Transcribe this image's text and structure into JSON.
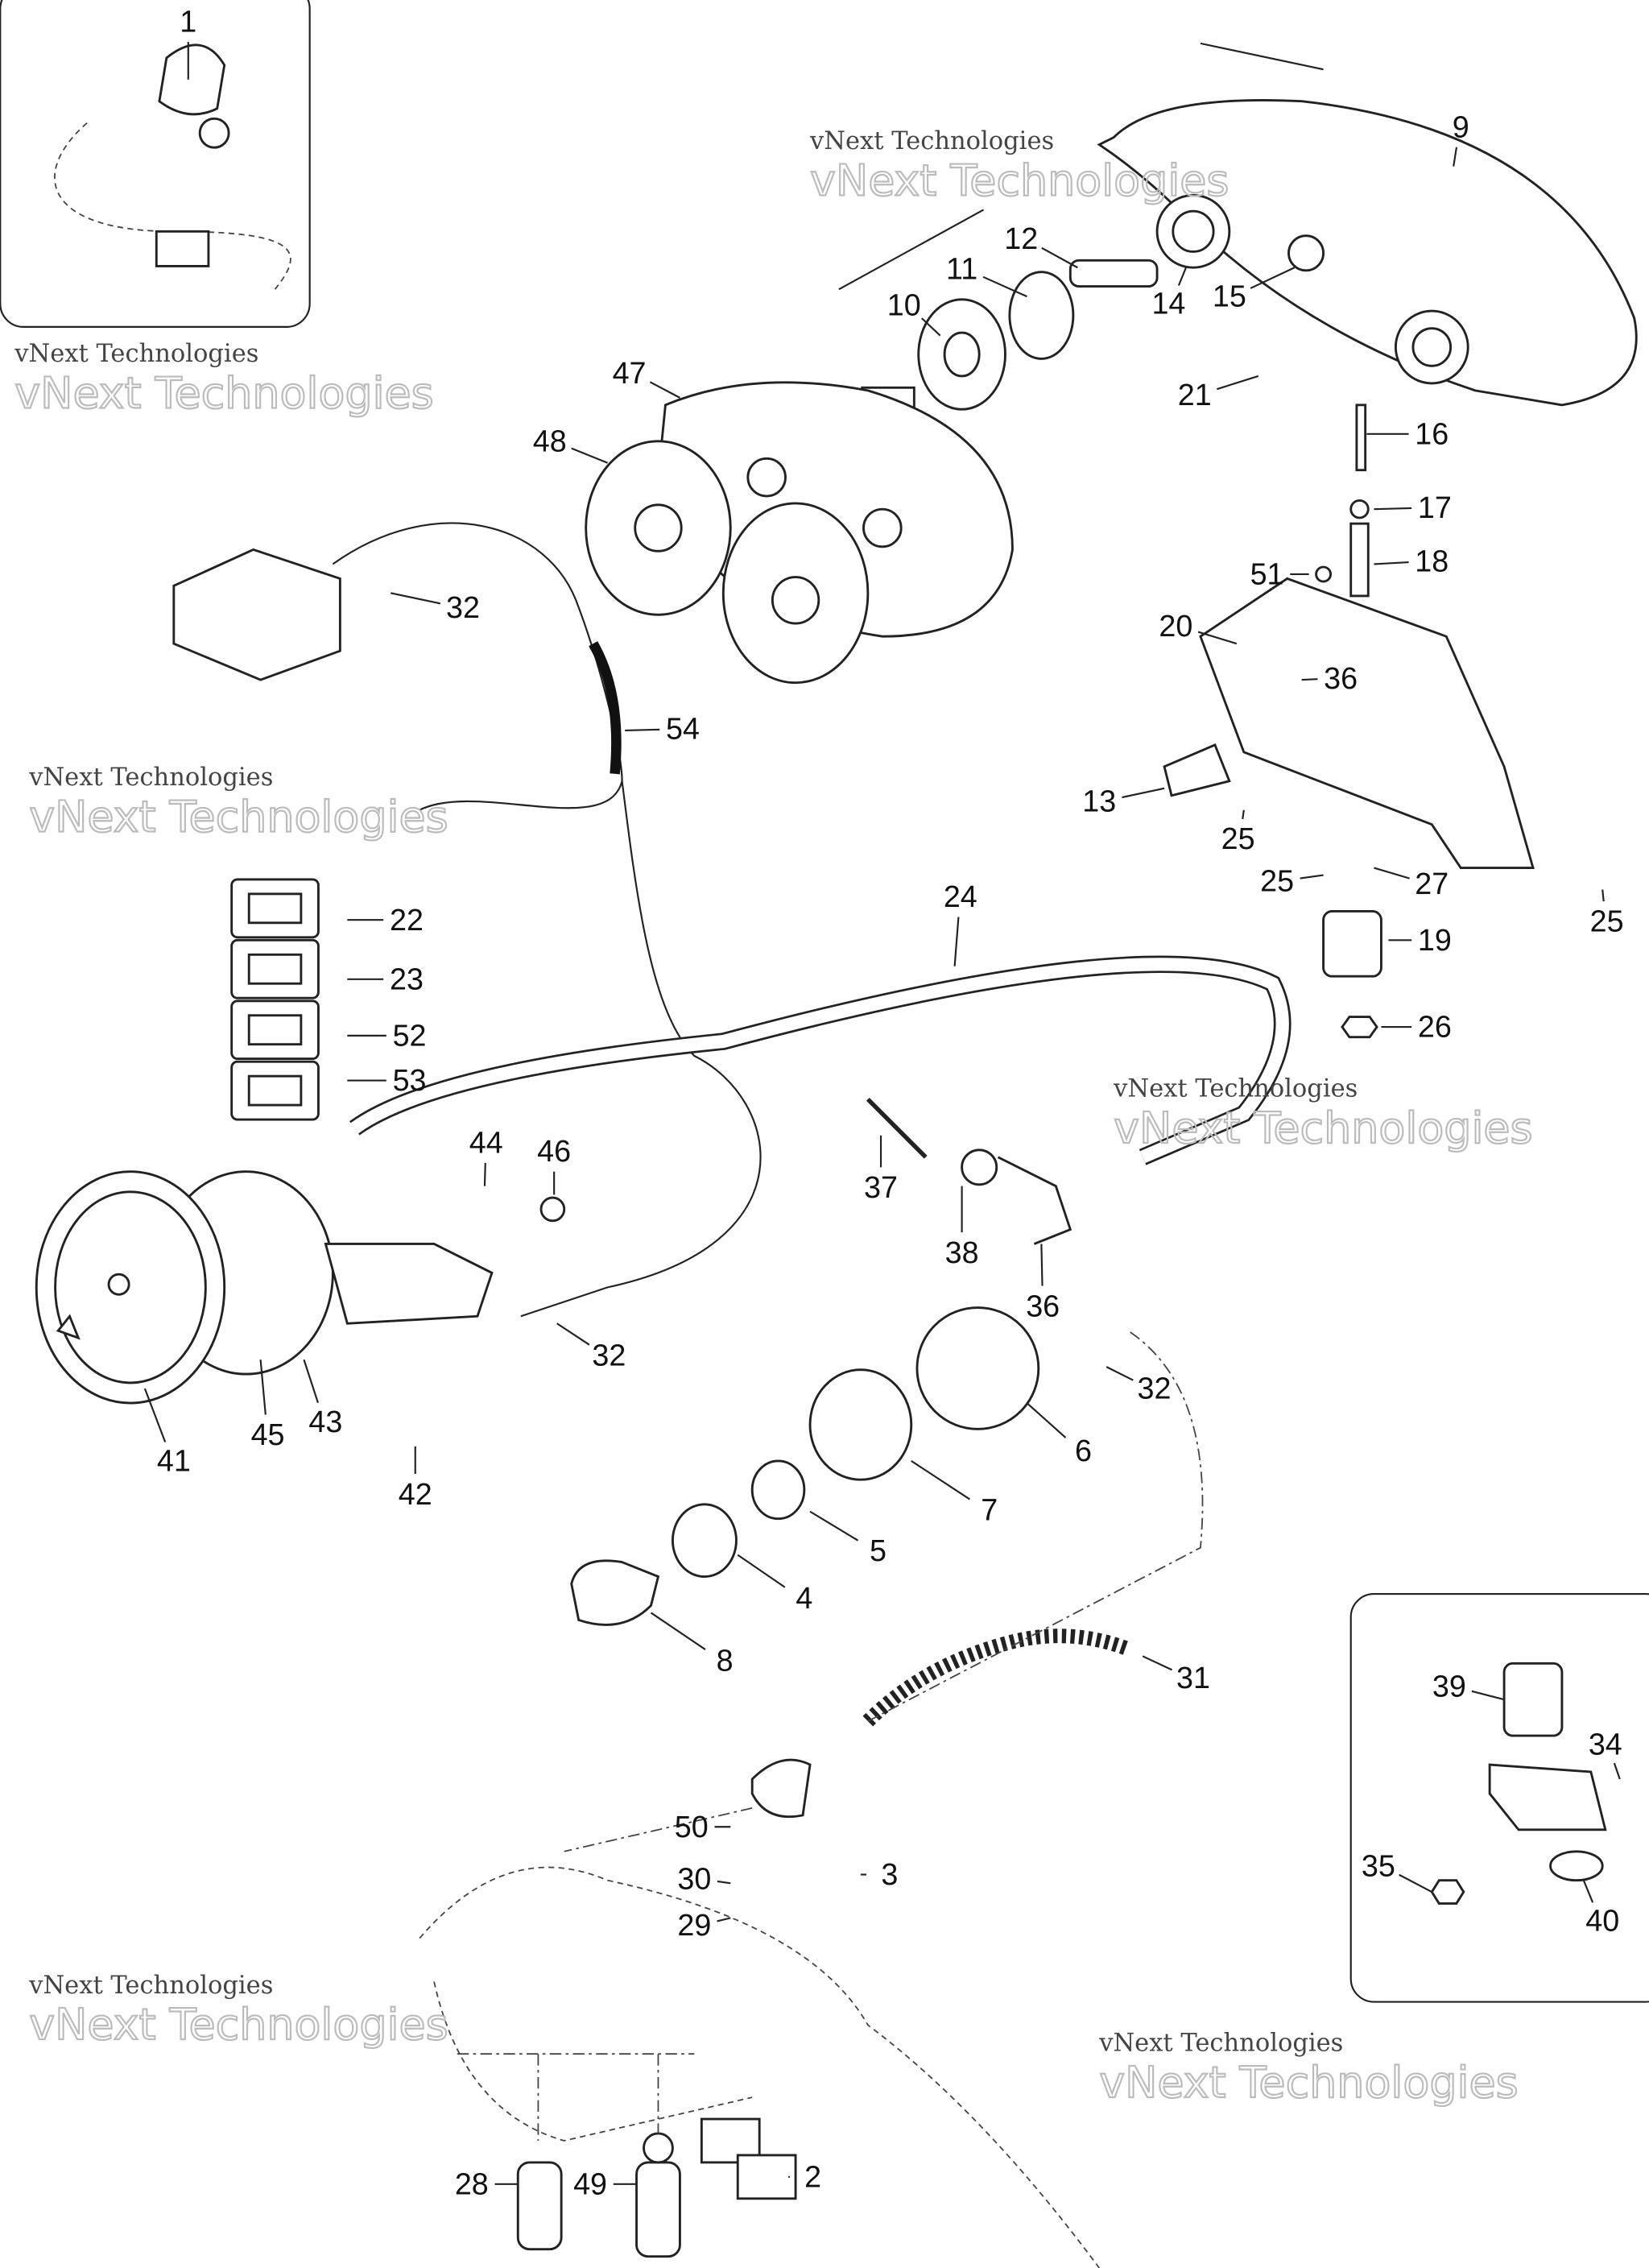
{
  "diagram": {
    "title": "Instrument panel, ignition and headlight parts diagram",
    "callouts": [
      "1",
      "9",
      "12",
      "11",
      "10",
      "14",
      "15",
      "21",
      "16",
      "47",
      "48",
      "17",
      "18",
      "51",
      "32",
      "20",
      "36",
      "54",
      "13",
      "25",
      "25",
      "27",
      "25",
      "24",
      "22",
      "19",
      "23",
      "26",
      "52",
      "53",
      "44",
      "46",
      "37",
      "38",
      "36",
      "32",
      "32",
      "43",
      "6",
      "41",
      "45",
      "42",
      "7",
      "5",
      "4",
      "8",
      "31",
      "39",
      "34",
      "50",
      "3",
      "30",
      "29",
      "35",
      "40",
      "28",
      "49",
      "2"
    ]
  },
  "watermarks": [
    {
      "line1": "vNext Technologies",
      "line2": "vNext Technologies"
    },
    {
      "line1": "vNext Technologies",
      "line2": "vNext Technologies"
    },
    {
      "line1": "vNext Technologies",
      "line2": "vNext Technologies"
    },
    {
      "line1": "vNext Technologies",
      "line2": "vNext Technologies"
    },
    {
      "line1": "vNext Technologies",
      "line2": "vNext Technologies"
    },
    {
      "line1": "vNext Technologies",
      "line2": "vNext Technologies"
    }
  ]
}
